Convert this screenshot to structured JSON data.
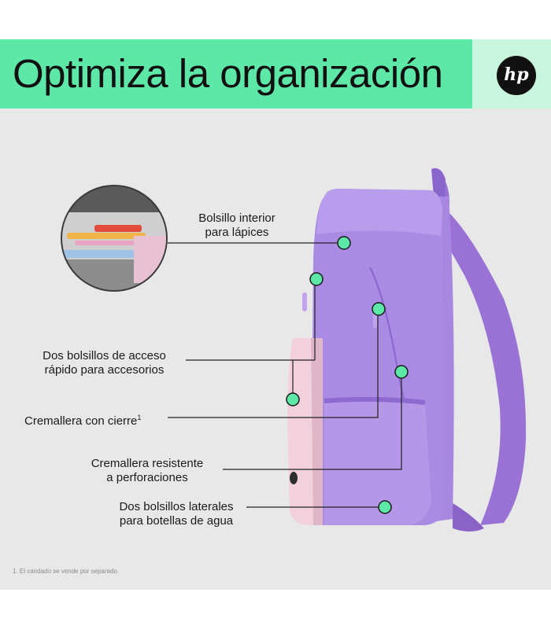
{
  "banner": {
    "title": "Optimiza la organización",
    "logo_text": "hp"
  },
  "callouts": {
    "pencil_pocket": {
      "line1": "Bolsillo interior",
      "line2": "para lápices"
    },
    "quick_pockets": {
      "line1": "Dos bolsillos de acceso",
      "line2": "rápido para accesorios"
    },
    "lock_zipper": {
      "text": "Cremallera con cierre",
      "sup": "1"
    },
    "puncture_zipper": {
      "line1": "Cremallera resistente",
      "line2": "a perforaciones"
    },
    "side_pockets": {
      "line1": "Dos bolsillos laterales",
      "line2": "para botellas de agua"
    }
  },
  "footnote": "1. El candado se vende por separado.",
  "colors": {
    "banner_green": "#5ee8a8",
    "banner_light": "#c9f5de",
    "background": "#e8e8e8",
    "backpack_purple": "#9c7ad8",
    "backpack_pink": "#f3d3dc",
    "marker_green": "#5ee8a8"
  }
}
